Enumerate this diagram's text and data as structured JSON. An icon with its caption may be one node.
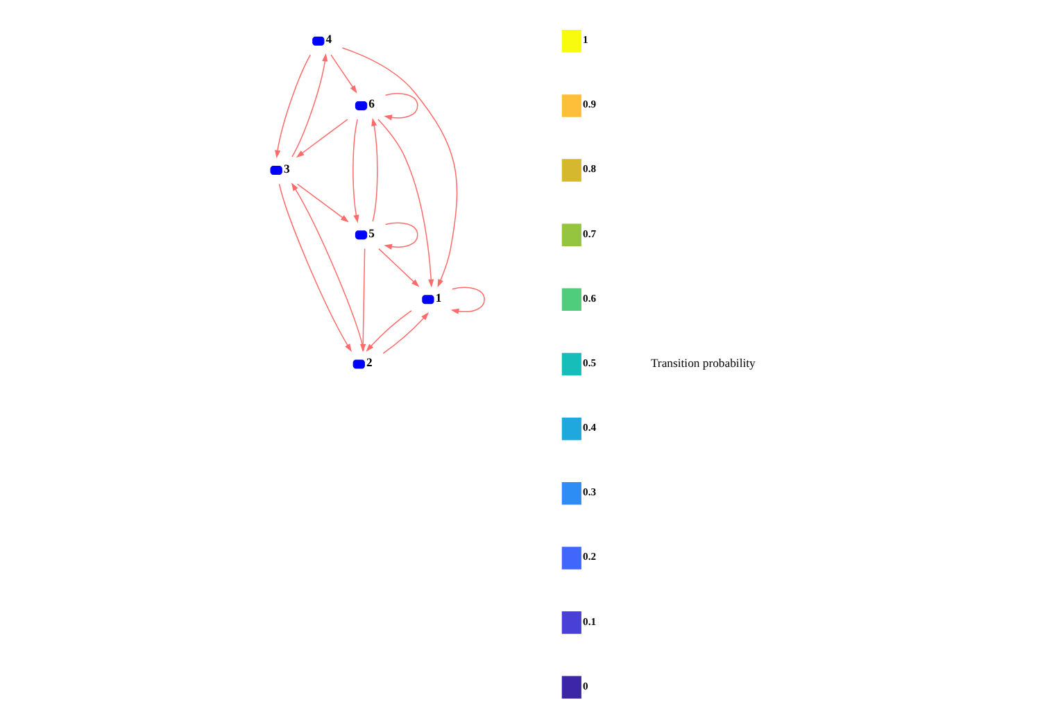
{
  "diagram": {
    "nodes": [
      {
        "text": [
          "4"
        ]
      },
      {
        "text": [
          "3"
        ]
      },
      {
        "text": [
          "6"
        ]
      },
      {
        "text": [
          "5"
        ]
      },
      {
        "text": [
          "1"
        ]
      },
      {
        "text": [
          "2"
        ]
      }
    ],
    "edges": [
      {
        "from": 0,
        "to": 1,
        "arrow": "to"
      },
      {
        "from": 1,
        "to": 0,
        "arrow": "to"
      },
      {
        "from": 0,
        "to": 2,
        "arrow": "to"
      },
      {
        "from": 2,
        "to": 1,
        "arrow": "to"
      },
      {
        "from": 2,
        "to": 2,
        "arrow": "to"
      },
      {
        "from": 0,
        "to": 4,
        "arrow": "to"
      },
      {
        "from": 2,
        "to": 4,
        "arrow": "to"
      },
      {
        "from": 2,
        "to": 3,
        "arrow": "to"
      },
      {
        "from": 3,
        "to": 2,
        "arrow": "to"
      },
      {
        "from": 1,
        "to": 3,
        "arrow": "to"
      },
      {
        "from": 1,
        "to": 5,
        "arrow": "to"
      },
      {
        "from": 5,
        "to": 1,
        "arrow": "to"
      },
      {
        "from": 3,
        "to": 5,
        "arrow": "to"
      },
      {
        "from": 3,
        "to": 4,
        "arrow": "to"
      },
      {
        "from": 3,
        "to": 3,
        "arrow": "to"
      },
      {
        "from": 4,
        "to": 5,
        "arrow": "to"
      },
      {
        "from": 5,
        "to": 4,
        "arrow": "to"
      },
      {
        "from": 4,
        "to": 4,
        "arrow": "to"
      }
    ],
    "labels": [
      "1",
      "0.9",
      "0.8",
      "0.7",
      "0.6",
      "0.5",
      "0.4",
      "0.3",
      "0.2",
      "0.1",
      "0",
      "Transition probability"
    ]
  }
}
